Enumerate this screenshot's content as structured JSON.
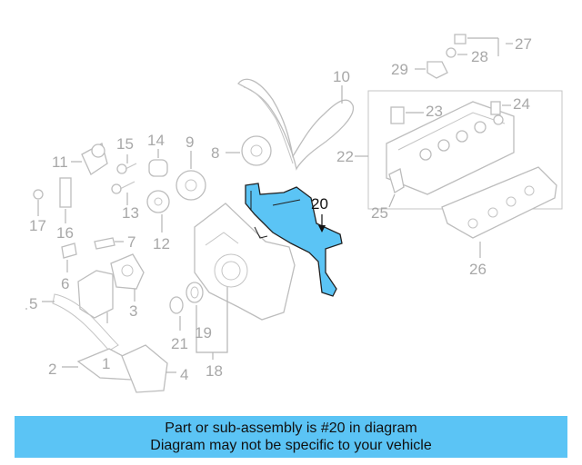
{
  "callouts": {
    "n1": "1",
    "n2": "2",
    "n3": "3",
    "n4": "4",
    "n5": "5",
    "n6": "6",
    "n7": "7",
    "n8": "8",
    "n9": "9",
    "n10": "10",
    "n11": "11",
    "n12": "12",
    "n13": "13",
    "n14": "14",
    "n15": "15",
    "n16": "16",
    "n17": "17",
    "n18": "18",
    "n19": "19",
    "n20": "20",
    "n21": "21",
    "n22": "22",
    "n23": "23",
    "n24": "24",
    "n25": "25",
    "n26": "26",
    "n27": "27",
    "n28": "28",
    "n29": "29"
  },
  "highlighted_part": "20",
  "banner": {
    "line1": "Part or sub-assembly is #20 in diagram",
    "line2": "Diagram may not be specific to your vehicle"
  },
  "colors": {
    "highlight_part": "#5bc4f5",
    "banner_background": "#5bc4f5",
    "line_art": "#bdbdbd"
  }
}
